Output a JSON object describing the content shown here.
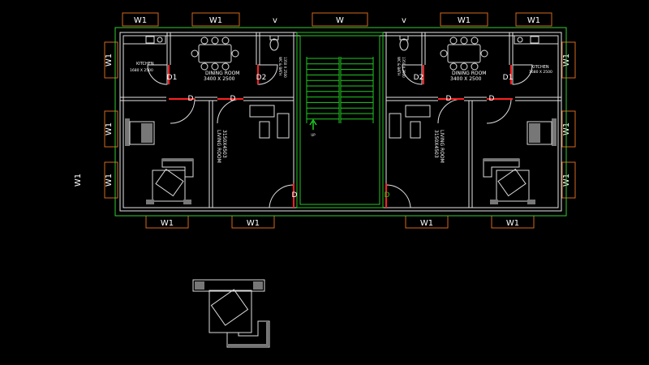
{
  "window_labels": {
    "top": [
      "W1",
      "W1",
      "v",
      "W",
      "v",
      "W1",
      "W1"
    ],
    "bottom": [
      "W1",
      "W1",
      "W1",
      "W1"
    ],
    "left": [
      "W1",
      "W1",
      "W1"
    ],
    "right": [
      "W1",
      "W1",
      "W1"
    ],
    "outside": "W1"
  },
  "rooms": {
    "kitchen_left": {
      "name": "KITCHEN",
      "dim": "1680 X 2500"
    },
    "kitchen_right": {
      "name": "KITCHEN",
      "dim": "1680 X 2500"
    },
    "dining_left": {
      "name": "DINING ROOM",
      "dim": "3400 X 2500"
    },
    "dining_right": {
      "name": "DINING ROOM",
      "dim": "3400 X 2500"
    },
    "living_left": {
      "name": "LIVING ROOM",
      "dim": "3150X4503"
    },
    "living_right": {
      "name": "LIVING ROOM",
      "dim": "3150X4503"
    },
    "wc_left": {
      "name": "WC & BATH",
      "dim": "1350 X 2500"
    },
    "wc_right": {
      "name": "WC & BATH",
      "dim": "1350 X 2500"
    }
  },
  "doors": {
    "d1_left": "D1",
    "d2_left": "D2",
    "d2_right": "D2",
    "d1_right": "D1",
    "d_a": "D",
    "d_b": "D",
    "d_c": "D",
    "d_d": "D",
    "d_entry_left": "D",
    "d_entry_right": "D"
  },
  "stair_label": "UP",
  "colors": {
    "background": "#000000",
    "wall": "#e6e6e6",
    "window_box": "#d2691e",
    "stair": "#22c922",
    "door_sill": "#ff2020"
  }
}
